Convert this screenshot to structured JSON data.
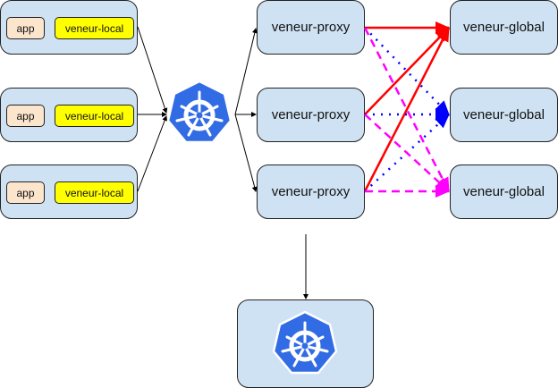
{
  "hosts": [
    {
      "app_label": "app",
      "local_label": "veneur-local"
    },
    {
      "app_label": "app",
      "local_label": "veneur-local"
    },
    {
      "app_label": "app",
      "local_label": "veneur-local"
    }
  ],
  "router": {
    "icon": "kubernetes-icon"
  },
  "proxies": [
    {
      "label": "veneur-proxy"
    },
    {
      "label": "veneur-proxy"
    },
    {
      "label": "veneur-proxy"
    }
  ],
  "globals": [
    {
      "label": "veneur-global"
    },
    {
      "label": "veneur-global"
    },
    {
      "label": "veneur-global"
    }
  ],
  "bottom_node": {
    "icon": "kubernetes-icon"
  },
  "colors": {
    "box_fill": "#cfe2f3",
    "app_fill": "#fce5cd",
    "local_fill": "#ffff00",
    "k8s_blue": "#326ce5",
    "edge_to_global_1": "#ff0000",
    "edge_to_global_2": "#0000ff",
    "edge_to_global_3": "#ff00ff"
  }
}
